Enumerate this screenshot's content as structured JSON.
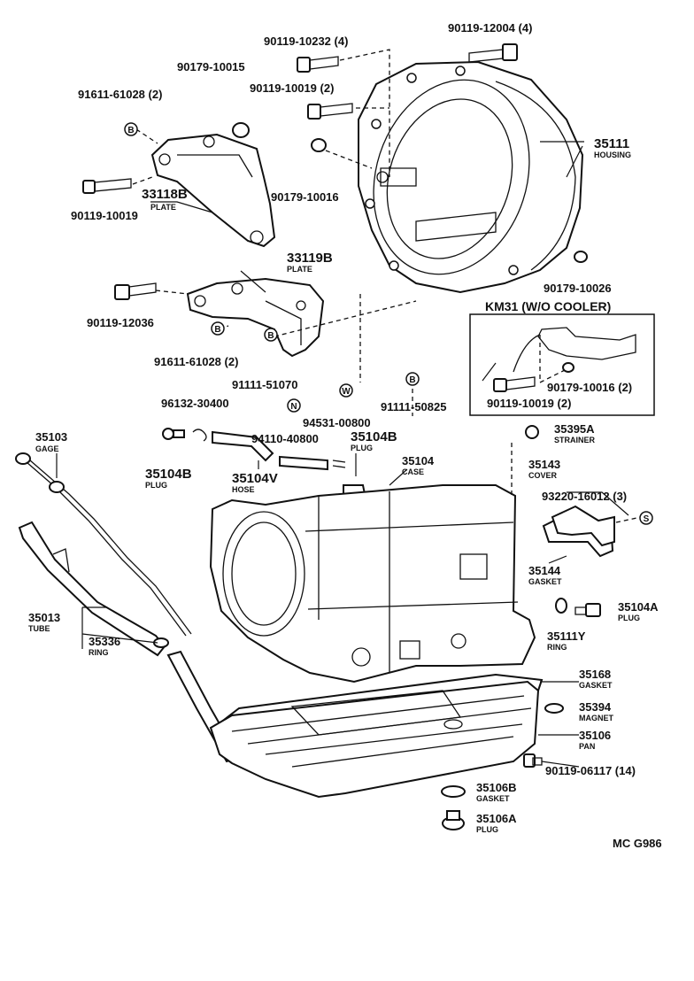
{
  "callouts": {
    "p1": {
      "num": "90119-10232 (4)"
    },
    "p2": {
      "num": "90119-12004 (4)"
    },
    "p3": {
      "num": "90179-10015"
    },
    "p4": {
      "num": "90119-10019 (2)"
    },
    "p5": {
      "num": "91611-61028 (2)"
    },
    "p6": {
      "num": "35111",
      "name": "HOUSING"
    },
    "p7": {
      "num": "33118B",
      "name": "PLATE"
    },
    "p8": {
      "num": "90119-10019"
    },
    "p9": {
      "num": "90179-10016"
    },
    "p10": {
      "num": "33119B",
      "name": "PLATE"
    },
    "p11": {
      "num": "90179-10026"
    },
    "p12": {
      "num": "90119-12036"
    },
    "p13": {
      "num": "91611-61028 (2)"
    },
    "p14": {
      "num": "91111-51070"
    },
    "p15": {
      "num": "90179-10016 (2)"
    },
    "p16": {
      "num": "90119-10019 (2)"
    },
    "p17": {
      "num": "91111-50825"
    },
    "p18": {
      "num": "94531-00800"
    },
    "p19": {
      "num": "96132-30400"
    },
    "p20": {
      "num": "94110-40800"
    },
    "p21": {
      "num": "35104B",
      "name": "PLUG"
    },
    "p22": {
      "num": "35395A",
      "name": "STRAINER"
    },
    "p23": {
      "num": "35103",
      "name": "GAGE"
    },
    "p24": {
      "num": "35104B",
      "name": "PLUG"
    },
    "p25": {
      "num": "35104V",
      "name": "HOSE"
    },
    "p26": {
      "num": "35104",
      "name": "CASE"
    },
    "p27": {
      "num": "35143",
      "name": "COVER"
    },
    "p28": {
      "num": "93220-16012 (3)"
    },
    "p29": {
      "num": "35144",
      "name": "GASKET"
    },
    "p30": {
      "num": "35104A",
      "name": "PLUG"
    },
    "p31": {
      "num": "35111Y",
      "name": "RING"
    },
    "p32": {
      "num": "35013",
      "name": "TUBE"
    },
    "p33": {
      "num": "35336",
      "name": "RING"
    },
    "p34": {
      "num": "35168",
      "name": "GASKET"
    },
    "p35": {
      "num": "35394",
      "name": "MAGNET"
    },
    "p36": {
      "num": "35106",
      "name": "PAN"
    },
    "p37": {
      "num": "90119-06117 (14)"
    },
    "p38": {
      "num": "35106B",
      "name": "GASKET"
    },
    "p39": {
      "num": "35106A",
      "name": "PLUG"
    }
  },
  "inset": {
    "title": "KM31 (W/O COOLER)"
  },
  "markers": {
    "b": "B",
    "n": "N",
    "w": "W",
    "s": "S"
  },
  "code": "MC  G986"
}
